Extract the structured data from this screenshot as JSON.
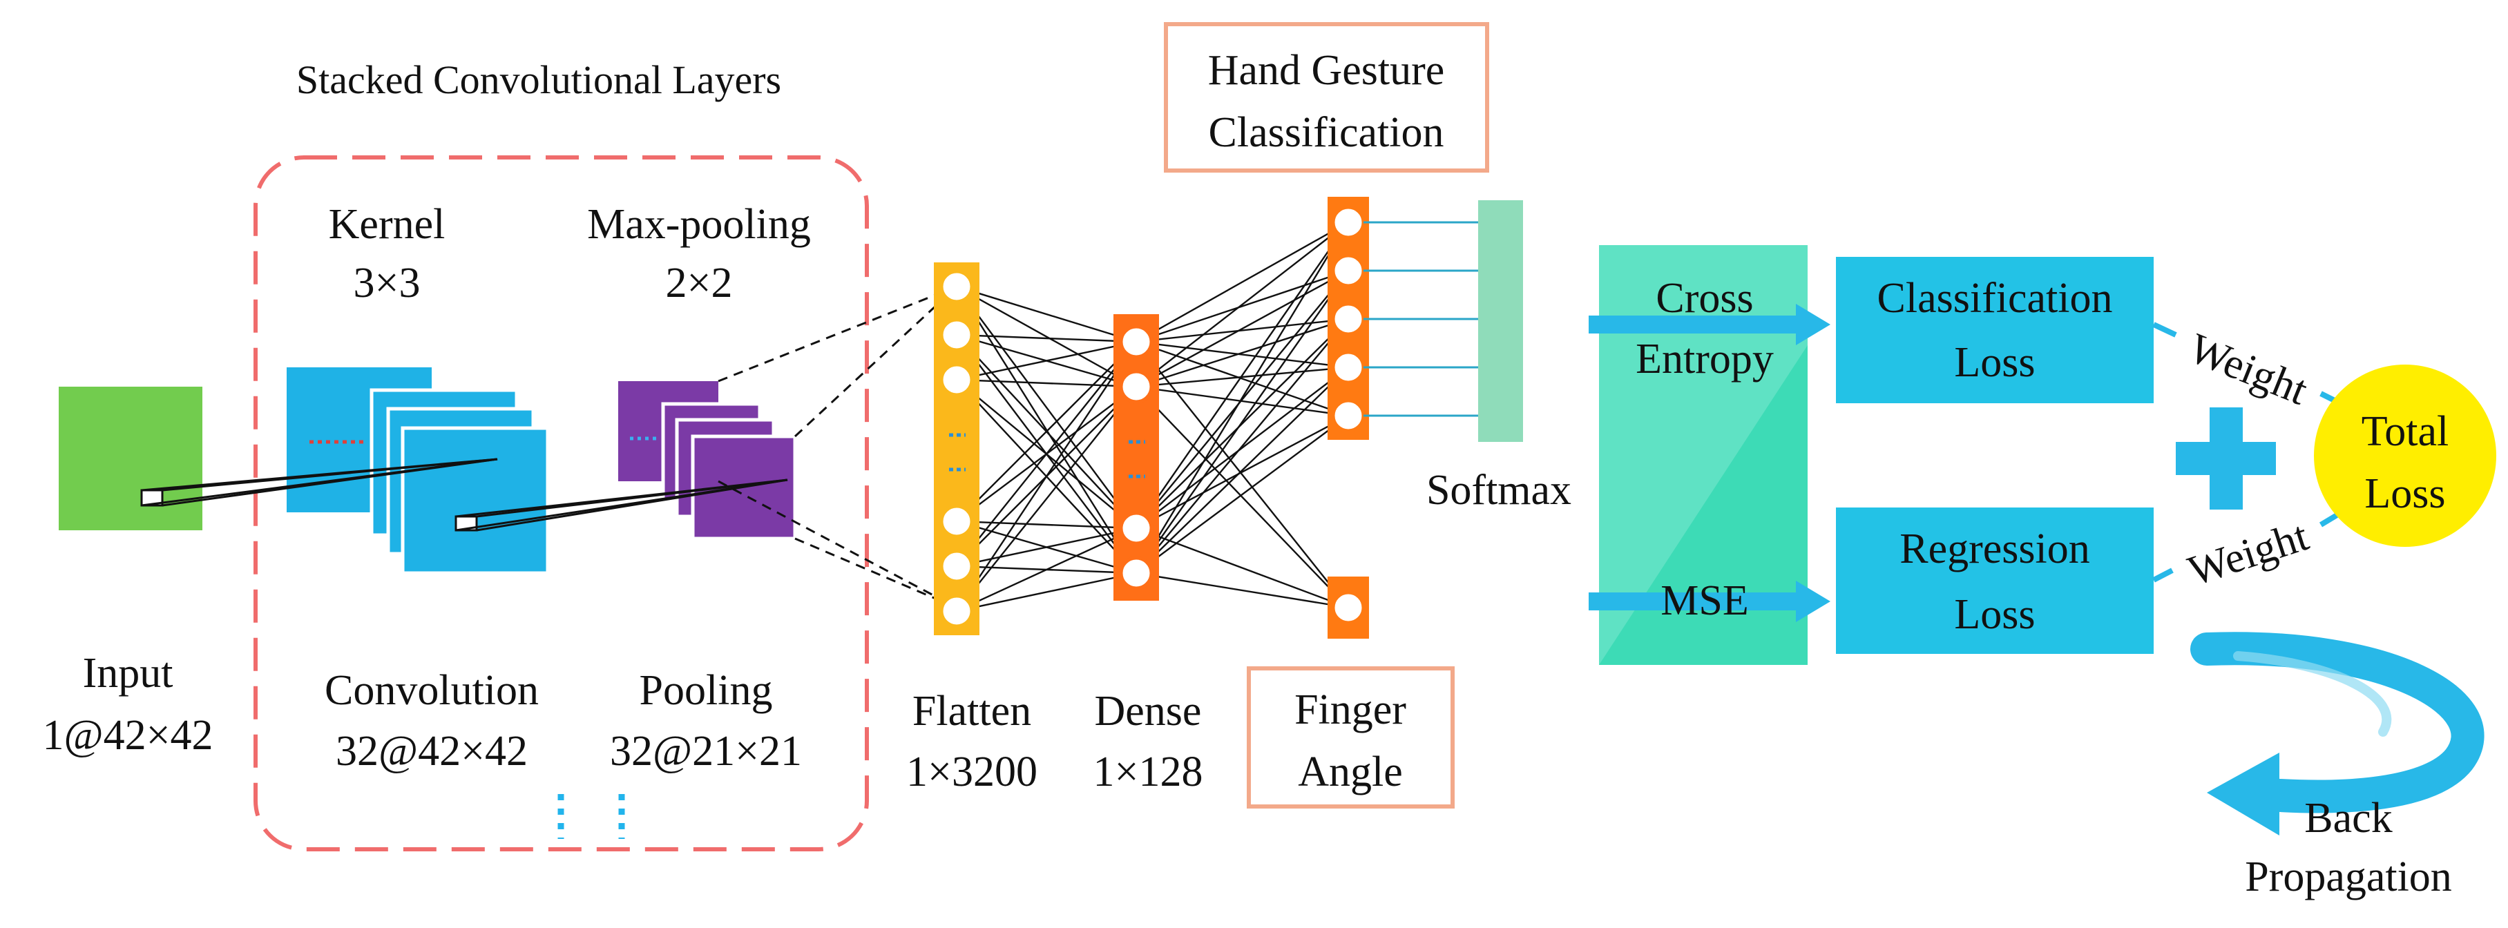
{
  "colors": {
    "input": "#72cc4e",
    "conv": "#1fb2e6",
    "pool": "#7b3aa6",
    "flatten": "#fbb81b",
    "dense": "#ff6f17",
    "output": "#ff7a12",
    "softmax": "#8fdcba",
    "loss_box": "#23c2e6",
    "loss_func": "#3ddbb6",
    "dashed_frame": "#f06c6c",
    "label_frame": "#f3a98a",
    "total_loss": "#ffee00",
    "arrow": "#28b8e8"
  },
  "labels": {
    "stacked_title": "Stacked Convolutional Layers",
    "kernel_line1": "Kernel",
    "kernel_line2": "3×3",
    "maxpool_line1": "Max-pooling",
    "maxpool_line2": "2×2",
    "input_line1": "Input",
    "input_line2": "1@42×42",
    "conv_line1": "Convolution",
    "conv_line2": "32@42×42",
    "pool_line1": "Pooling",
    "pool_line2": "32@21×21",
    "flatten_line1": "Flatten",
    "flatten_line2": "1×3200",
    "dense_line1": "Dense",
    "dense_line2": "1×128",
    "gesture_line1": "Hand Gesture",
    "gesture_line2": "Classification",
    "finger_line1": "Finger",
    "finger_line2": "Angle",
    "softmax": "Softmax",
    "cross_line1": "Cross",
    "cross_line2": "Entropy",
    "mse": "MSE",
    "class_loss_line1": "Classification",
    "class_loss_line2": "Loss",
    "reg_loss_line1": "Regression",
    "reg_loss_line2": "Loss",
    "weight_top": "Weight",
    "weight_bottom": "Weight",
    "total_line1": "Total",
    "total_line2": "Loss",
    "back_line1": "Back",
    "back_line2": "Propagation"
  },
  "icons": {
    "plus": "plus-icon",
    "backprop_arrow": "curved-arrow-icon"
  }
}
